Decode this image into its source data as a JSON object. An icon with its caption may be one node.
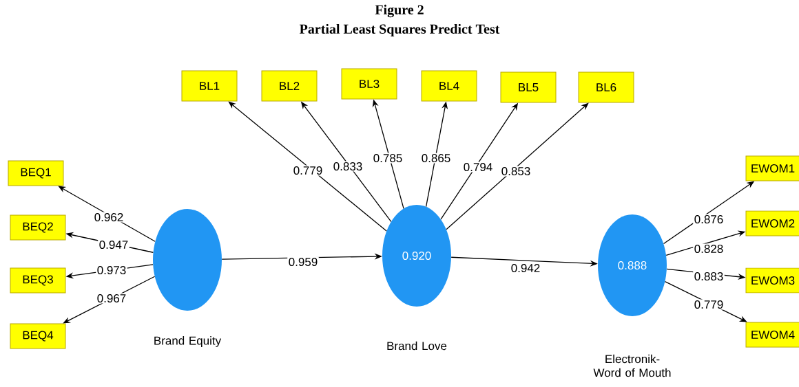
{
  "diagram": {
    "title": "Partial Least Squares Predict Test",
    "nodes": [
      {
        "text": [
          "BL1"
        ]
      },
      {
        "text": [
          "BL2"
        ]
      },
      {
        "text": [
          "BL3"
        ]
      },
      {
        "text": [
          "BL4"
        ]
      },
      {
        "text": [
          "BL5"
        ]
      },
      {
        "text": [
          "BL6"
        ]
      },
      {
        "text": [
          "BEQ1"
        ]
      },
      {
        "text": [
          "BEQ2"
        ]
      },
      {
        "text": [
          "BEQ3"
        ]
      },
      {
        "text": [
          "BEQ4"
        ]
      },
      {
        "text": [],
        "shape": "circle",
        "beside": [
          "Brand Equity"
        ]
      },
      {
        "text": [
          "0.920"
        ],
        "beside": [
          "Brand Love"
        ]
      },
      {
        "text": [
          "0.888"
        ],
        "beside": [
          "Electronik- Word of Mouth"
        ]
      },
      {
        "text": [
          "EWOM1"
        ]
      },
      {
        "text": [
          "EWOM2"
        ]
      },
      {
        "text": [
          "EWOM3"
        ]
      },
      {
        "text": [
          "EWOM4"
        ]
      }
    ],
    "edges": [
      {
        "from": 11,
        "to": 0,
        "arrow": "to",
        "label": "0.779"
      },
      {
        "from": 11,
        "to": 1,
        "arrow": "to",
        "label": "0.833"
      },
      {
        "from": 11,
        "to": 2,
        "arrow": "to",
        "label": "0.785"
      },
      {
        "from": 11,
        "to": 3,
        "arrow": "to",
        "label": "0.865"
      },
      {
        "from": 11,
        "to": 4,
        "arrow": "to",
        "label": "0.794"
      },
      {
        "from": 11,
        "to": 5,
        "arrow": "to",
        "label": "0.853"
      },
      {
        "from": 10,
        "to": 6,
        "arrow": "to",
        "label": "0.962"
      },
      {
        "from": 10,
        "to": 7,
        "arrow": "to",
        "label": "0.947"
      },
      {
        "from": 10,
        "to": 8,
        "arrow": "to",
        "label": "0.973"
      },
      {
        "from": 10,
        "to": 9,
        "arrow": "to",
        "label": "0.967"
      },
      {
        "from": 10,
        "to": 11,
        "arrow": "to",
        "label": "0.959"
      },
      {
        "from": 11,
        "to": 12,
        "arrow": "to",
        "label": "0.942"
      },
      {
        "from": 12,
        "to": 13,
        "arrow": "to",
        "label": "0.876"
      },
      {
        "from": 12,
        "to": 14,
        "arrow": "to",
        "label": "0.828"
      },
      {
        "from": 12,
        "to": 15,
        "arrow": "to",
        "label": "0.883"
      },
      {
        "from": 12,
        "to": 16,
        "arrow": "to",
        "label": "0.779"
      }
    ],
    "labels": [
      "Figure 2"
    ]
  }
}
